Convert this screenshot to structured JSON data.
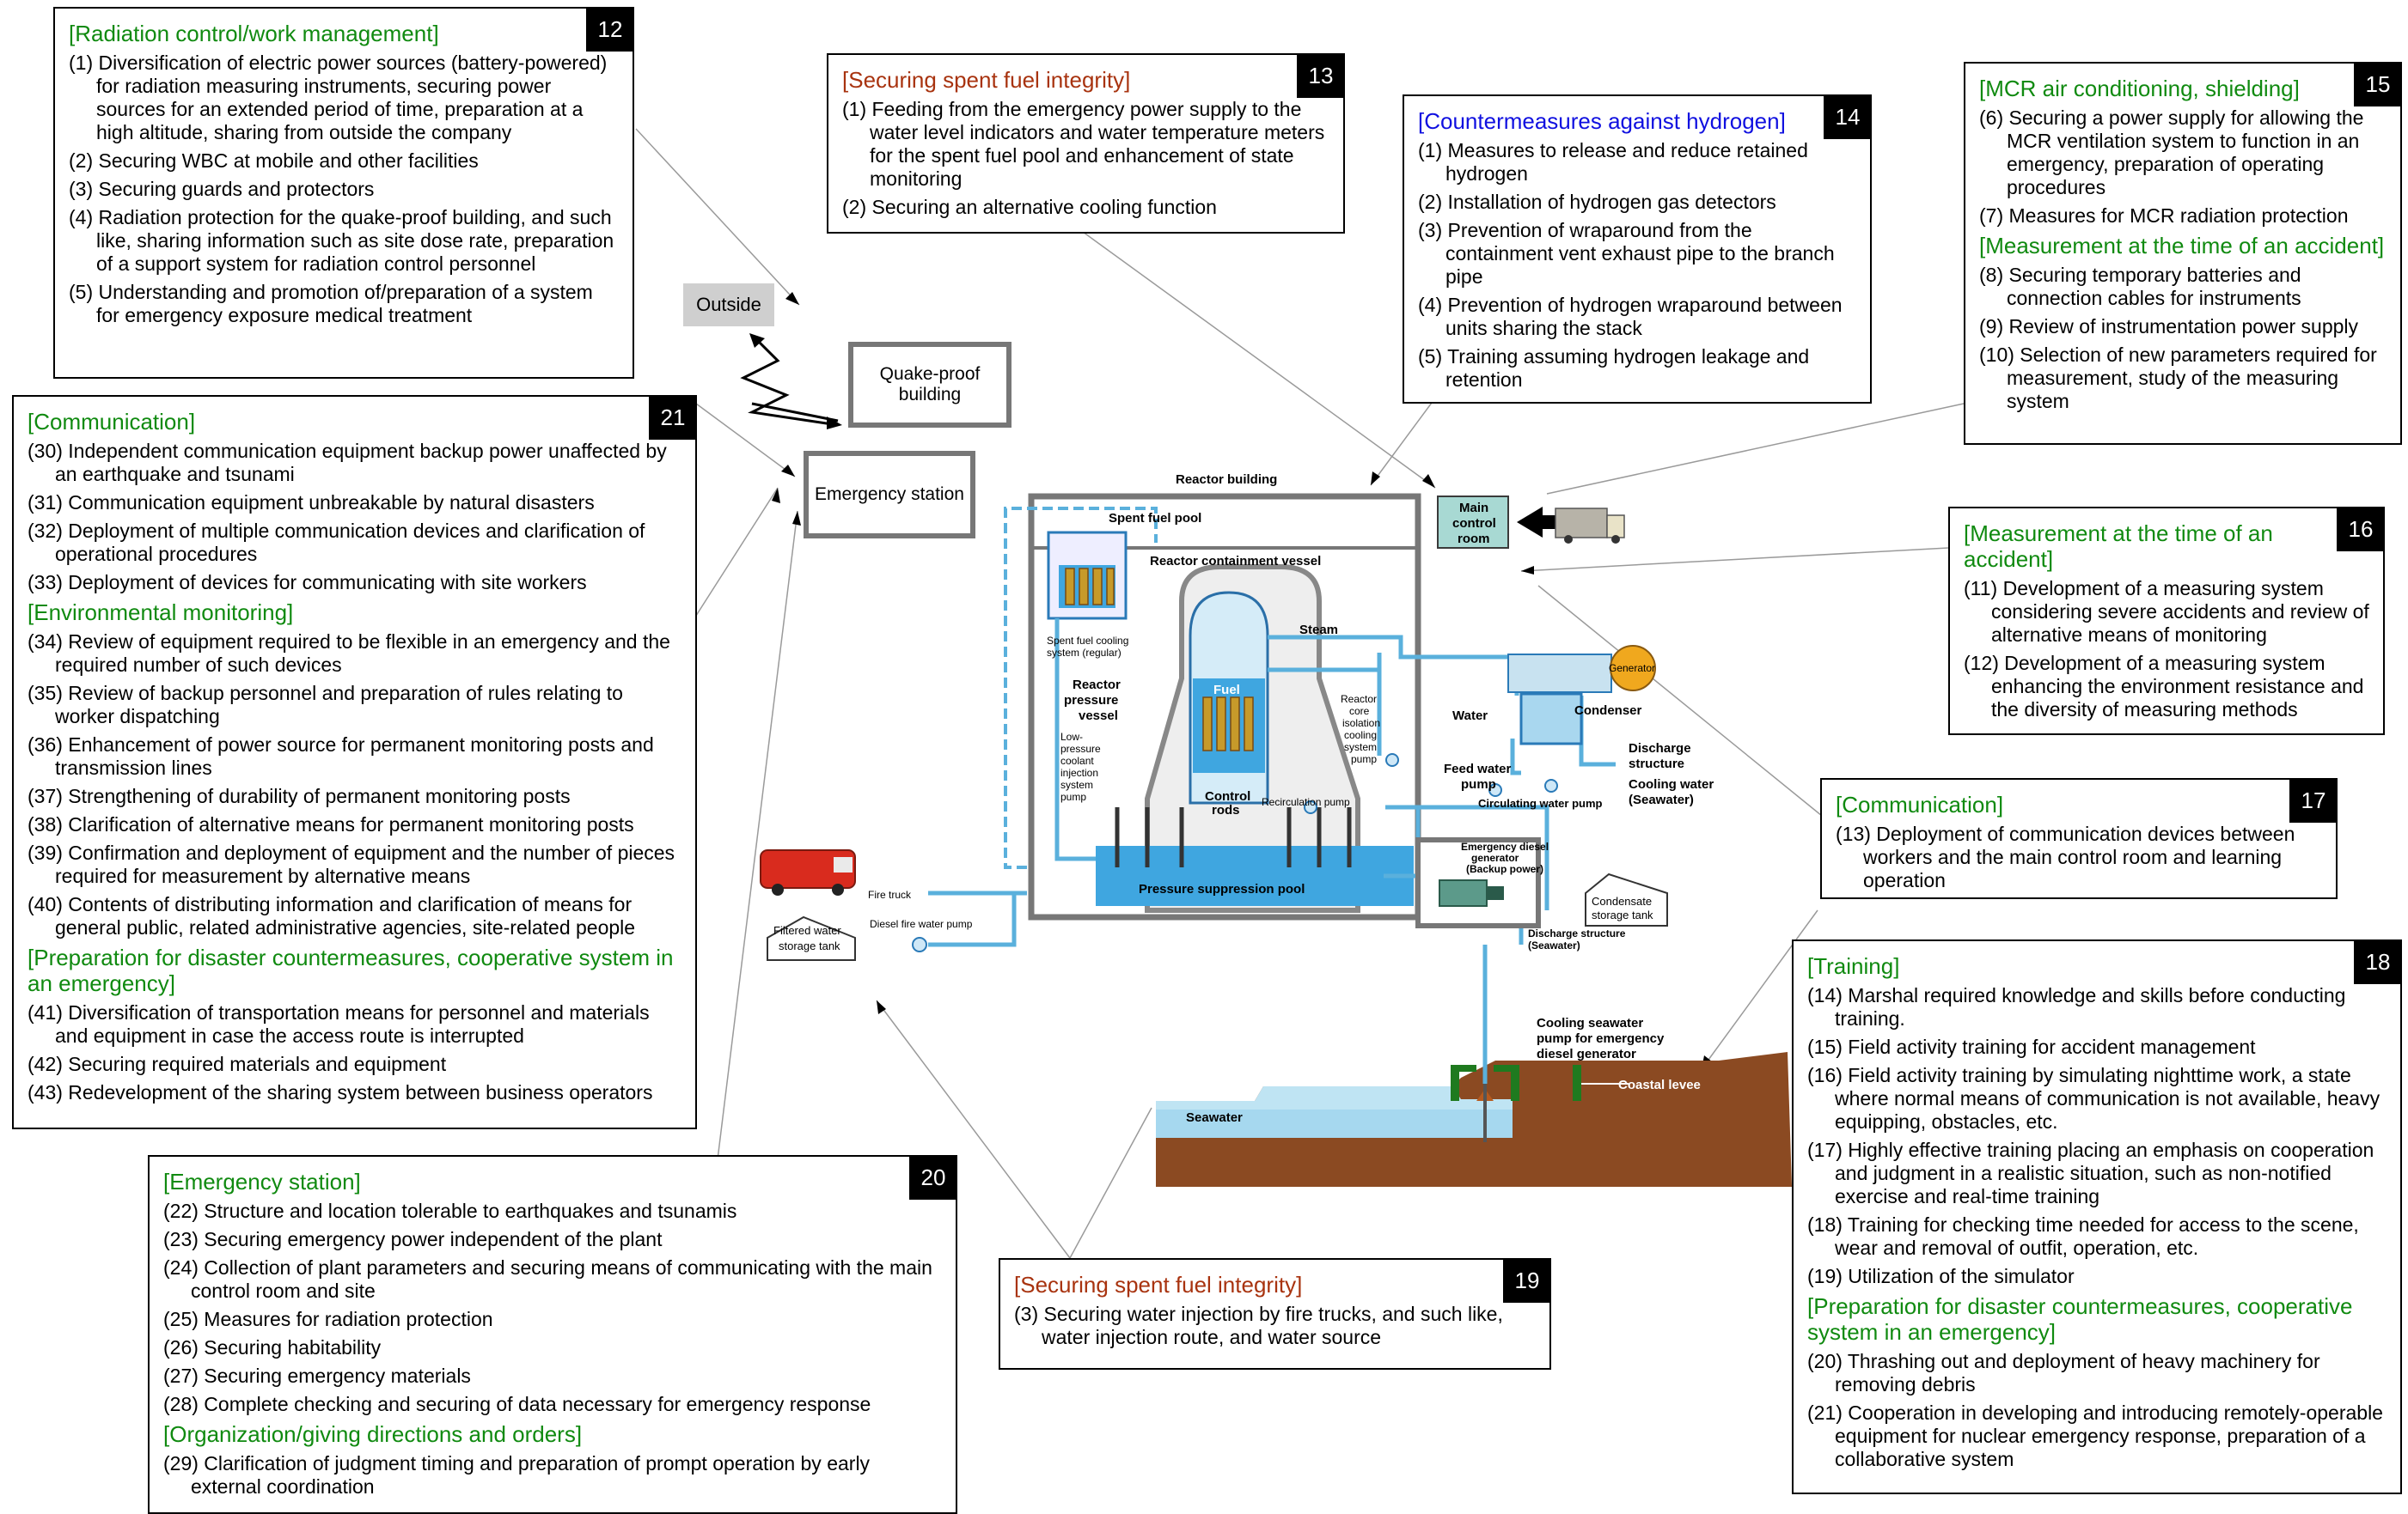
{
  "labels": {
    "outside": "Outside",
    "quake_proof": "Quake-proof building",
    "emergency_station": "Emergency station",
    "reactor_building": "Reactor building",
    "spent_fuel_pool": "Spent fuel pool",
    "reactor_containment_vessel": "Reactor containment vessel",
    "spent_fuel_cooling": [
      "Spent fuel cooling",
      "system (regular)"
    ],
    "reactor_pressure_vessel": [
      "Reactor",
      "pressure",
      "vessel"
    ],
    "fuel": "Fuel",
    "control_rods": [
      "Control",
      "rods"
    ],
    "steam": "Steam",
    "rcic": [
      "Reactor",
      "core",
      "isolation",
      "cooling",
      "system",
      "pump"
    ],
    "lpci": [
      "Low-",
      "pressure",
      "coolant",
      "injection",
      "system",
      "pump"
    ],
    "recirculation_pump": "Recirculation pump",
    "pressure_suppression_pool": "Pressure suppression pool",
    "main_control_room": [
      "Main",
      "control",
      "room"
    ],
    "generator": "Generator",
    "water": "Water",
    "condenser": "Condenser",
    "feed_water_pump": [
      "Feed water",
      "pump"
    ],
    "discharge_structure": [
      "Discharge",
      "structure"
    ],
    "cooling_water": [
      "Cooling water",
      "(Seawater)"
    ],
    "circulating_water_pump": "Circulating water pump",
    "emergency_diesel": [
      "Emergency diesel",
      "generator",
      "(Backup power)"
    ],
    "condensate_tank": [
      "Condensate",
      "storage tank"
    ],
    "discharge_structure2": [
      "Discharge structure",
      "(Seawater)"
    ],
    "fire_truck": "Fire truck",
    "filtered_water_tank": [
      "Filtered water",
      "storage tank"
    ],
    "diesel_fire_pump": "Diesel fire water pump",
    "cooling_seawater_pump": [
      "Cooling seawater",
      "pump for emergency",
      "diesel generator"
    ],
    "coastal_levee": "Coastal levee",
    "seawater": "Seawater"
  },
  "boxes": [
    {
      "id": "12",
      "sections": [
        {
          "title": "[Radiation control/work management]",
          "color": "green",
          "items": [
            "(1) Diversification of electric power sources (battery-powered) for radiation measuring instruments, securing power sources for an extended period of time, preparation at a high altitude, sharing from outside the company",
            "(2) Securing WBC at mobile and other facilities",
            "(3) Securing guards and protectors",
            "(4) Radiation protection for the quake-proof building, and such like, sharing information such as site dose rate, preparation of a support system for radiation control personnel",
            "(5) Understanding and promotion of/preparation of a system for emergency exposure medical treatment"
          ]
        }
      ]
    },
    {
      "id": "13",
      "sections": [
        {
          "title": "[Securing spent fuel integrity]",
          "color": "orange",
          "items": [
            "(1) Feeding from the emergency power supply to the water level indicators and water temperature meters for the spent fuel pool and enhancement of state monitoring",
            "(2) Securing an alternative cooling function"
          ]
        }
      ]
    },
    {
      "id": "14",
      "sections": [
        {
          "title": "[Countermeasures against hydrogen]",
          "color": "blue",
          "items": [
            "(1) Measures to release and reduce retained hydrogen",
            "(2) Installation of hydrogen gas detectors",
            "(3) Prevention of wraparound from the containment vent exhaust pipe to the branch pipe",
            "(4) Prevention of hydrogen wraparound between units sharing the stack",
            "(5) Training assuming hydrogen leakage and retention"
          ]
        }
      ]
    },
    {
      "id": "15",
      "sections": [
        {
          "title": "[MCR air conditioning, shielding]",
          "color": "green",
          "items": [
            "(6) Securing a power supply for allowing the MCR ventilation system to function in an emergency, preparation of operating procedures",
            "(7) Measures for MCR radiation protection"
          ]
        },
        {
          "title": "[Measurement at the time of an accident]",
          "color": "green",
          "items": [
            "(8) Securing temporary batteries and connection cables for instruments",
            "(9) Review of instrumentation power supply",
            "(10) Selection of new parameters required for measurement, study of the measuring system"
          ]
        }
      ]
    },
    {
      "id": "16",
      "sections": [
        {
          "title": "[Measurement at the time of an accident]",
          "color": "green",
          "items": [
            "(11) Development of a measuring system considering severe accidents and review of alternative means of monitoring",
            "(12) Development of a measuring system enhancing the environment resistance and the diversity of measuring methods"
          ]
        }
      ]
    },
    {
      "id": "17",
      "sections": [
        {
          "title": "[Communication]",
          "color": "green",
          "items": [
            "(13) Deployment of communication devices between workers and the main control room and learning operation"
          ]
        }
      ]
    },
    {
      "id": "18",
      "sections": [
        {
          "title": "[Training]",
          "color": "green",
          "items": [
            "(14) Marshal required knowledge and skills before conducting training.",
            "(15) Field activity training for accident management",
            "(16) Field activity training by simulating nighttime work, a state where normal means of communication is not available, heavy equipping, obstacles, etc.",
            "(17) Highly effective training placing an emphasis on cooperation and judgment in a realistic situation, such as non-notified exercise and real-time training",
            "(18) Training for checking time needed for access to the scene, wear and removal of outfit, operation, etc.",
            "(19) Utilization of the simulator"
          ]
        },
        {
          "title": "[Preparation for disaster countermeasures, cooperative system in an emergency]",
          "color": "green",
          "items": [
            "(20) Thrashing out and deployment of heavy machinery for removing debris",
            "(21) Cooperation in developing and introducing remotely-operable equipment for nuclear emergency response, preparation of a collaborative system"
          ]
        }
      ]
    },
    {
      "id": "19",
      "sections": [
        {
          "title": "[Securing spent fuel integrity]",
          "color": "orange",
          "items": [
            "(3) Securing water injection by fire trucks, and such like, water injection route, and water source"
          ]
        }
      ]
    },
    {
      "id": "20",
      "sections": [
        {
          "title": "[Emergency station]",
          "color": "green",
          "items": [
            "(22) Structure and location tolerable to earthquakes and tsunamis",
            "(23) Securing emergency power independent of the plant",
            "(24) Collection of plant parameters and securing means of communicating with the main control room and site",
            "(25) Measures for radiation protection",
            "(26) Securing habitability",
            "(27) Securing emergency materials",
            "(28) Complete checking and securing of data necessary for emergency response"
          ]
        },
        {
          "title": "[Organization/giving directions and orders]",
          "color": "green",
          "items": [
            "(29) Clarification of judgment timing and preparation of prompt operation by early external coordination"
          ]
        }
      ]
    },
    {
      "id": "21",
      "sections": [
        {
          "title": "[Communication]",
          "color": "green",
          "items": [
            "(30) Independent communication equipment backup power unaffected by an earthquake and tsunami",
            "(31) Communication equipment unbreakable by natural disasters",
            "(32) Deployment of multiple communication devices and clarification of operational procedures",
            "(33) Deployment of devices for communicating with site workers"
          ]
        },
        {
          "title": "[Environmental monitoring]",
          "color": "green",
          "items": [
            "(34) Review of equipment required to be flexible in an emergency and the required number of such devices",
            "(35) Review of backup personnel and preparation of rules relating to worker dispatching",
            "(36) Enhancement of power source for permanent monitoring posts and transmission lines",
            "(37) Strengthening of durability of permanent monitoring posts",
            "(38) Clarification of alternative means for permanent monitoring posts",
            "(39) Confirmation and deployment of equipment and the number of pieces required for measurement by alternative means",
            "(40) Contents of distributing information and clarification of means for general public, related administrative agencies, site-related people"
          ]
        },
        {
          "title": "[Preparation for disaster countermeasures, cooperative system in an emergency]",
          "color": "green",
          "items": [
            "(41) Diversification of transportation means for personnel and materials and equipment in case the access route is interrupted",
            "(42) Securing required materials and equipment",
            "(43) Redevelopment of the sharing system between business operators"
          ]
        }
      ]
    }
  ],
  "colors": {
    "green": "#108a10",
    "orange": "#a8330f",
    "blue": "#1010e0",
    "pipe": "#5ab0dc",
    "pool": "#3fa6e0",
    "ground": "#8b4a22",
    "levee": "#1f7a1f"
  }
}
